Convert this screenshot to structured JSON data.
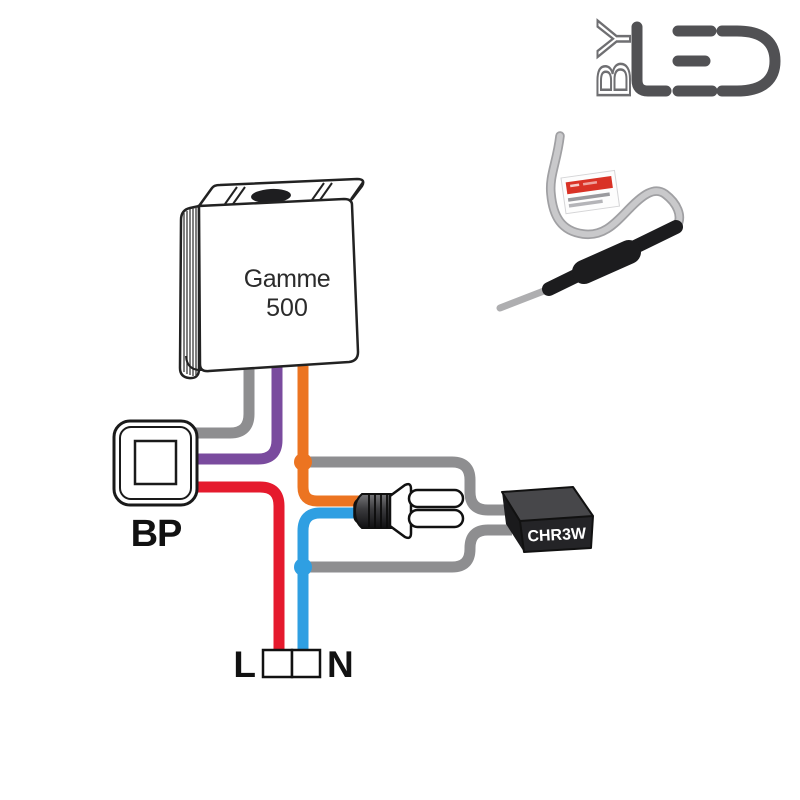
{
  "page": {
    "background": "#ffffff"
  },
  "logo": {
    "by_text": "BY",
    "led_text": "LED",
    "led_color": "#515154",
    "by_outline_color": "#6f6f72"
  },
  "photo": {
    "cable_color": "#c9c9cb",
    "cable_edge_color": "#a0a0a3",
    "component_color": "#1c1c1e",
    "label_red_color": "#d93226",
    "tail_color": "#aeaeb0"
  },
  "diagram": {
    "module": {
      "line1": "Gamme",
      "line2": "500"
    },
    "push_button_label": "BP",
    "micro_module_label": "CHR3W",
    "terminal_left_label": "L",
    "terminal_right_label": "N",
    "wire_colors": {
      "gray": "#8e8e90",
      "purple": "#7a4b9e",
      "red": "#e51a2d",
      "orange": "#ec7421",
      "blue": "#2f9fe2"
    }
  }
}
